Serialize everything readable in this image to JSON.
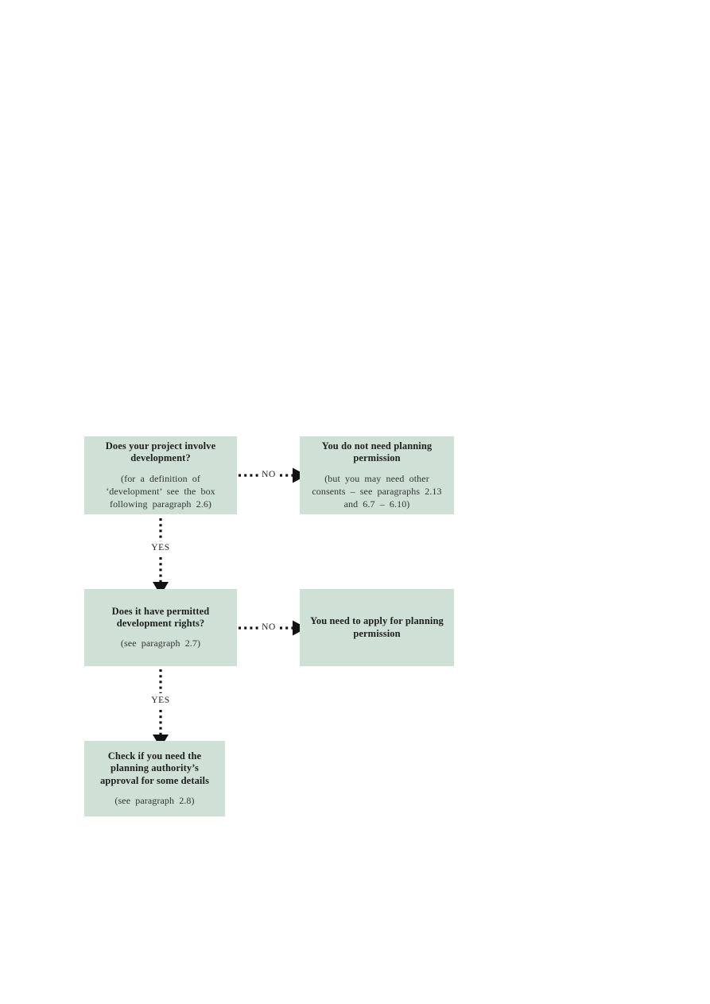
{
  "page": {
    "background": "#ffffff"
  },
  "diagram": {
    "colors": {
      "box_fill": "#cfe1d6",
      "title": "#1f1f1f",
      "note": "#333333",
      "arrow": "#121212"
    },
    "labels": {
      "yes": "YES",
      "no": "NO"
    },
    "nodes": [
      {
        "title": "Does your project involve development?",
        "note": "(for a definition of ‘development’ see the box following paragraph 2.6)"
      },
      {
        "title": "You do not need planning permission",
        "note": "(but you may need other consents – see paragraphs 2.13 and 6.7 – 6.10)"
      },
      {
        "title": "Does it have permitted development rights?",
        "note": "(see paragraph 2.7)"
      },
      {
        "title": "You need to apply for planning permission"
      },
      {
        "title": "Check if you need the planning authority’s approval for some details",
        "note": "(see paragraph 2.8)"
      }
    ]
  }
}
